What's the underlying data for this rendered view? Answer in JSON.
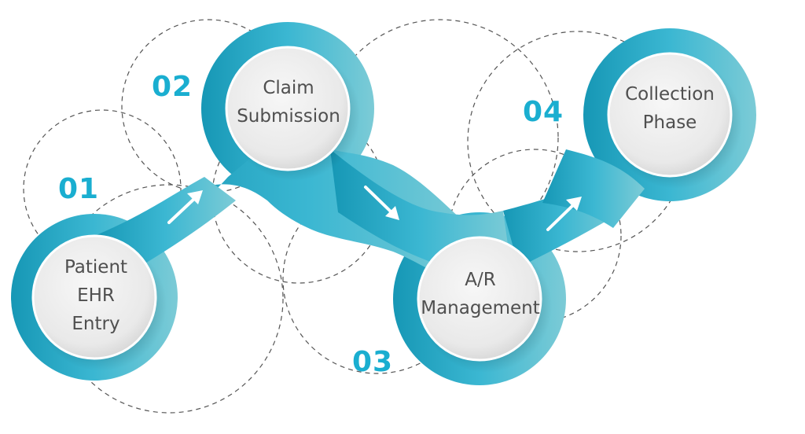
{
  "colors": {
    "ribbon_light": "#5cc5d9",
    "ribbon_dark": "#1697b5",
    "accent_number": "#1aaed0",
    "node_fill": "#ececec",
    "label_text": "#4f4f4f",
    "dash_circle": "#555555"
  },
  "steps": [
    {
      "number": "01",
      "label": "Patient\nEHR\nEntry"
    },
    {
      "number": "02",
      "label": "Claim\nSubmission"
    },
    {
      "number": "03",
      "label": "A/R\nManagement"
    },
    {
      "number": "04",
      "label": "Collection\nPhase"
    }
  ],
  "arrows": [
    "arrow-up-right-icon",
    "arrow-down-right-icon",
    "arrow-up-right-icon"
  ]
}
